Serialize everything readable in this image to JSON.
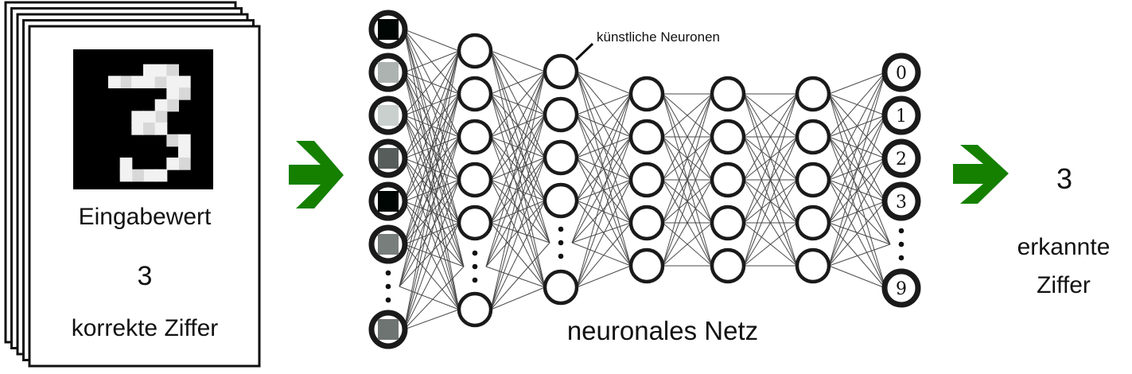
{
  "input_card": {
    "stack_pages": 5,
    "digit_image_label": "handwritten digit image",
    "caption": "Eingabewert",
    "value": "3",
    "subcaption": "korrekte Ziffer"
  },
  "network": {
    "title": "neuronales Netz",
    "annotation": "künstliche Neuronen",
    "input_activations": [
      0.0,
      0.75,
      0.88,
      0.38,
      0.0,
      0.52,
      0.48
    ],
    "layers": [
      {
        "name": "input",
        "visible_nodes": 7,
        "ellipsis_before_last": true
      },
      {
        "name": "hidden-1",
        "visible_nodes": 6,
        "ellipsis_before_last": true
      },
      {
        "name": "hidden-2",
        "visible_nodes": 5,
        "ellipsis_before_last": true
      },
      {
        "name": "hidden-3",
        "visible_nodes": 5,
        "ellipsis_before_last": false
      },
      {
        "name": "hidden-4",
        "visible_nodes": 5,
        "ellipsis_before_last": false
      },
      {
        "name": "hidden-5",
        "visible_nodes": 5,
        "ellipsis_before_last": false
      },
      {
        "name": "output",
        "visible_nodes": 5,
        "ellipsis_before_last": true
      }
    ],
    "output_labels": [
      "0",
      "1",
      "2",
      "3",
      "9"
    ]
  },
  "result": {
    "value": "3",
    "caption_line1": "erkannte",
    "caption_line2": "Ziffer"
  },
  "colors": {
    "arrow": "#158000",
    "stroke": "#1a1a1a",
    "edge": "#4a4a4a"
  }
}
